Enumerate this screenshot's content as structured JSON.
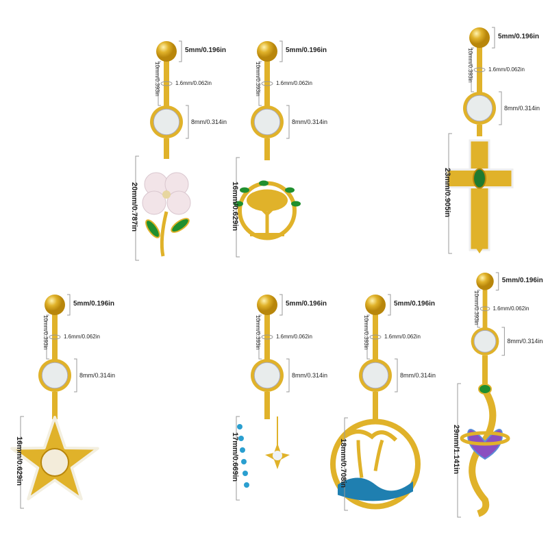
{
  "products": [
    {
      "name": "flower",
      "ball": "5mm/0.196in",
      "bar_length": "10mm/0.393in",
      "gauge": "1.6mm/0.062in",
      "gem": "8mm/0.314in",
      "pendant": "20mm/0.787in"
    },
    {
      "name": "tree-of-life",
      "ball": "5mm/0.196in",
      "bar_length": "10mm/0.393in",
      "gauge": "1.6mm/0.062in",
      "gem": "8mm/0.314in",
      "pendant": "16mm/0.629in"
    },
    {
      "name": "cross",
      "ball": "5mm/0.196in",
      "bar_length": "10mm/0.393in",
      "gauge": "1.6mm/0.062in",
      "gem": "8mm/0.314in",
      "pendant": "23mm/0.905in"
    },
    {
      "name": "starfish",
      "ball": "5mm/0.196in",
      "bar_length": "10mm/0.393in",
      "gauge": "1.6mm/0.062in",
      "gem": "8mm/0.314in",
      "pendant": "16mm/0.629in"
    },
    {
      "name": "moon-star",
      "ball": "5mm/0.196in",
      "bar_length": "10mm/0.393in",
      "gauge": "1.6mm/0.062in",
      "gem": "8mm/0.314in",
      "pendant": "17mm/0.669in"
    },
    {
      "name": "palm-wave",
      "ball": "5mm/0.196in",
      "bar_length": "10mm/0.393in",
      "gauge": "1.6mm/0.062in",
      "gem": "8mm/0.314in",
      "pendant": "18mm/0.708in"
    },
    {
      "name": "snake-heart",
      "ball": "5mm/0.196in",
      "bar_length": "10mm/0.393in",
      "gauge": "1.6mm/0.062in",
      "gem": "8mm/0.314in",
      "pendant": "29mm/1.141in"
    }
  ],
  "colors": {
    "gold": "#e0b22a",
    "gold_dark": "#b8860b",
    "gem": "#e8ecec",
    "green": "#1f8f2f",
    "blue": "#2a8fc0",
    "purple": "#8a4fc0"
  }
}
